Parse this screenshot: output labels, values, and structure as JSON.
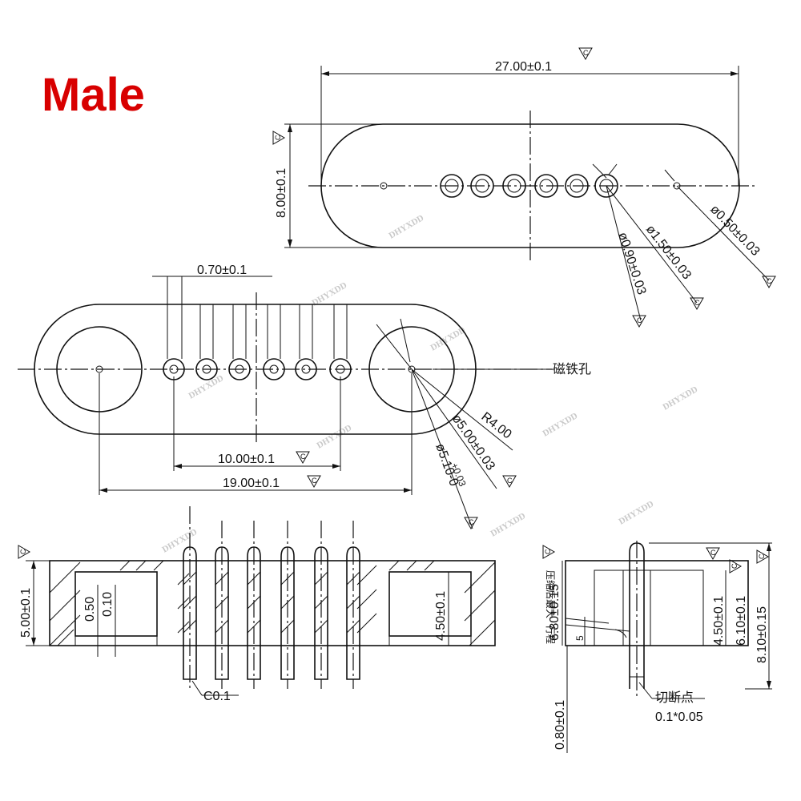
{
  "title": "Male",
  "watermark": "DHYXDD",
  "tolerance_symbol": "C",
  "top_view": {
    "length": "27.00±0.1",
    "height": "8.00±0.1",
    "d_090": "ø0.90±0.03",
    "d_150": "ø1.50±0.03",
    "d_050": "ø0.50±0.03"
  },
  "mid_view": {
    "pin_width": "0.70±0.1",
    "magnet_label": "磁铁孔",
    "radius": "R4.00",
    "d_500": "ø5.00±0.03",
    "d_510": "ø5.10-0",
    "d_510_tol": "+0.03",
    "span_10": "10.00±0.1",
    "span_19": "19.00±0.1"
  },
  "side_view": {
    "height_5": "5.00±0.1",
    "dim_050": "0.50",
    "dim_010": "0.10",
    "height_450": "4.50±0.1",
    "chamfer": "C0.1"
  },
  "detail_view": {
    "compress_note": "压缩后最大",
    "travel_note": "行程",
    "height_680": "6.80±0.15",
    "dim_5": "5",
    "height_450": "4.50±0.1",
    "height_610": "6.10±0.1",
    "height_810": "8.10±0.15",
    "height_080": "0.80±0.1",
    "cut_label": "切断点",
    "cut_value": "0.1*0.05"
  }
}
